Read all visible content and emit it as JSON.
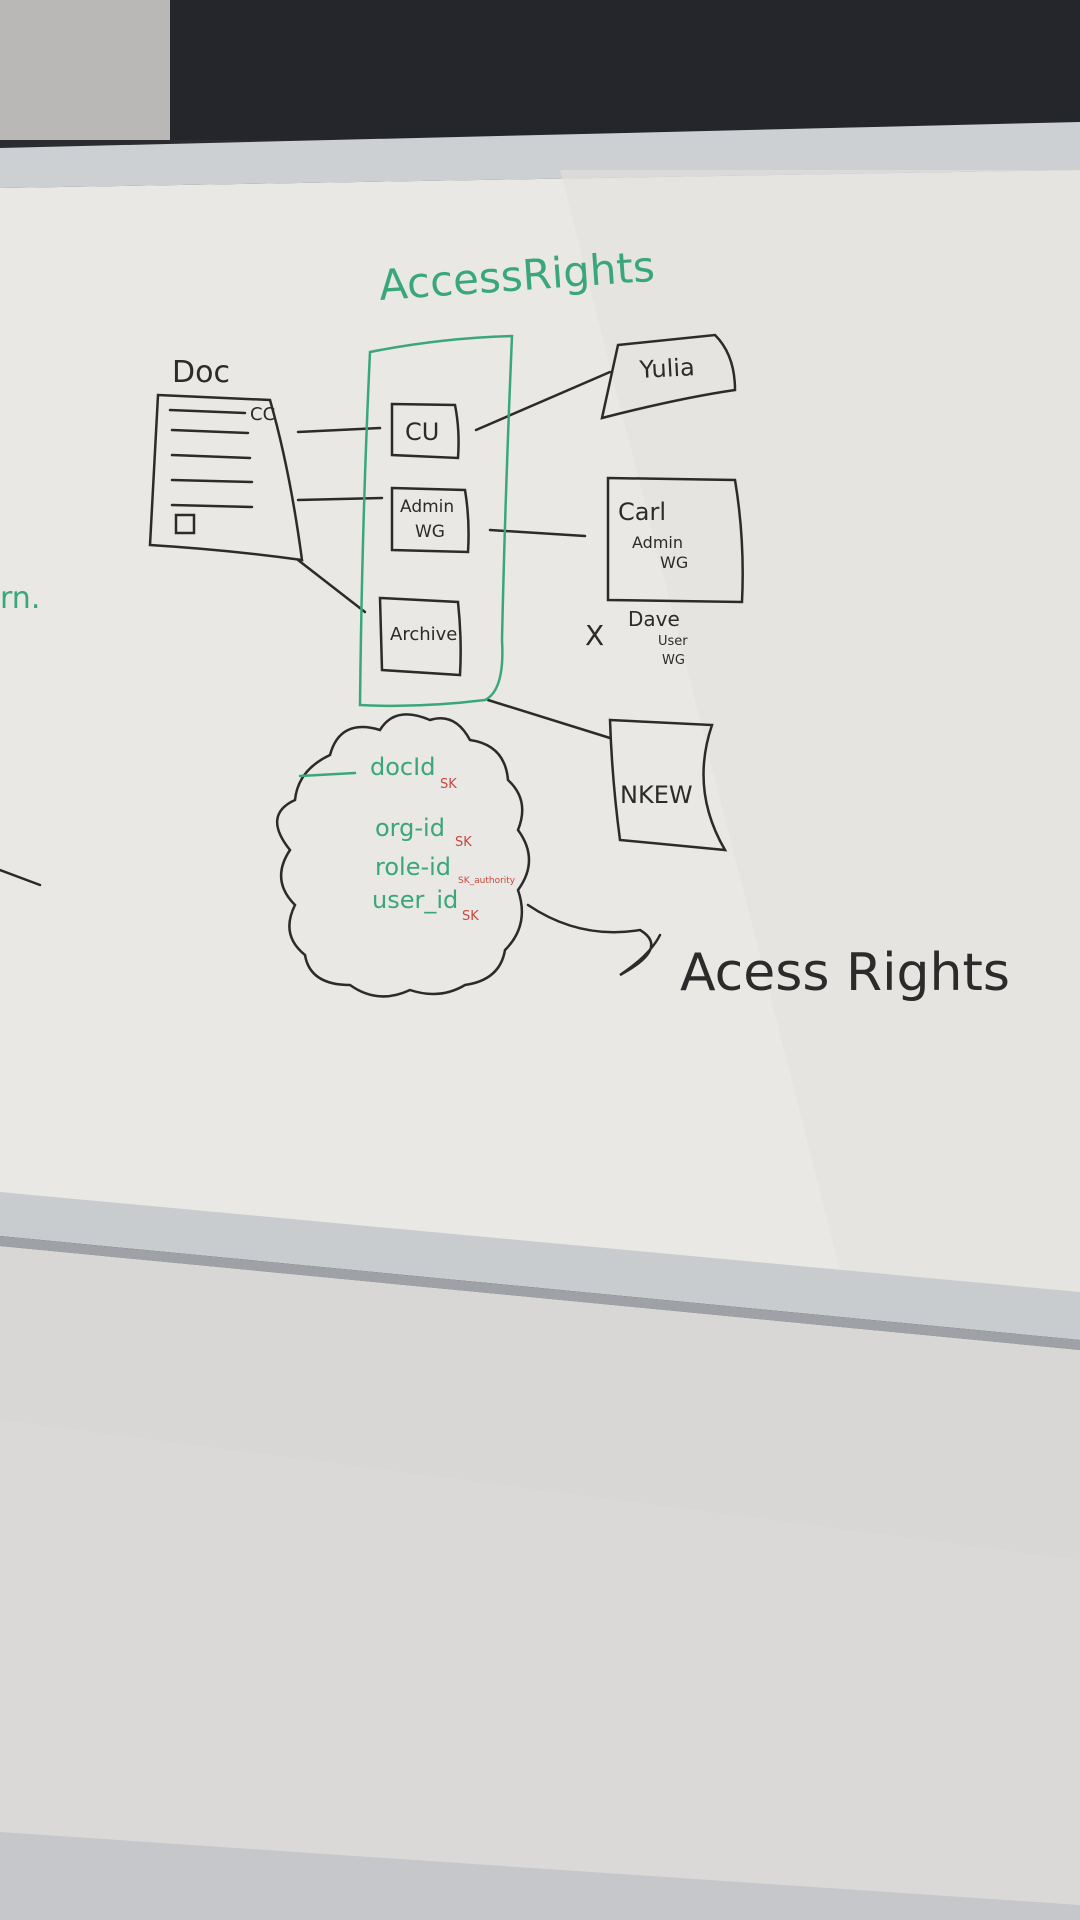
{
  "colors": {
    "board": "#e9e8e4",
    "frame": "#d2d4d6",
    "wall": "#2a2c31",
    "black_marker": "#2b2b2b",
    "green_marker": "#3aa77a",
    "red_marker": "#c8483f"
  },
  "title": "AccessRights",
  "doc": {
    "label": "Doc",
    "corner": "CC"
  },
  "roles": {
    "cu": "CU",
    "admin_line1": "Admin",
    "admin_line2": "WG",
    "archive": "Archive"
  },
  "users": {
    "yulia": "Yulia",
    "carl": "Carl",
    "carl_role_line1": "Admin",
    "carl_role_line2": "WG",
    "dave_mark": "X",
    "dave": "Dave",
    "dave_role_line1": "User",
    "dave_role_line2": "WG",
    "nkew": "NKEW"
  },
  "cloud": {
    "docid": "docId",
    "docid_tag": "SK",
    "orgid": "org-id",
    "orgid_tag": "SK",
    "roleid": "role-id",
    "roleid_tag": "SK_authority",
    "userid": "user_id",
    "userid_tag": "SK"
  },
  "result": "Acess Rights",
  "left_edge_fragment": "rn."
}
